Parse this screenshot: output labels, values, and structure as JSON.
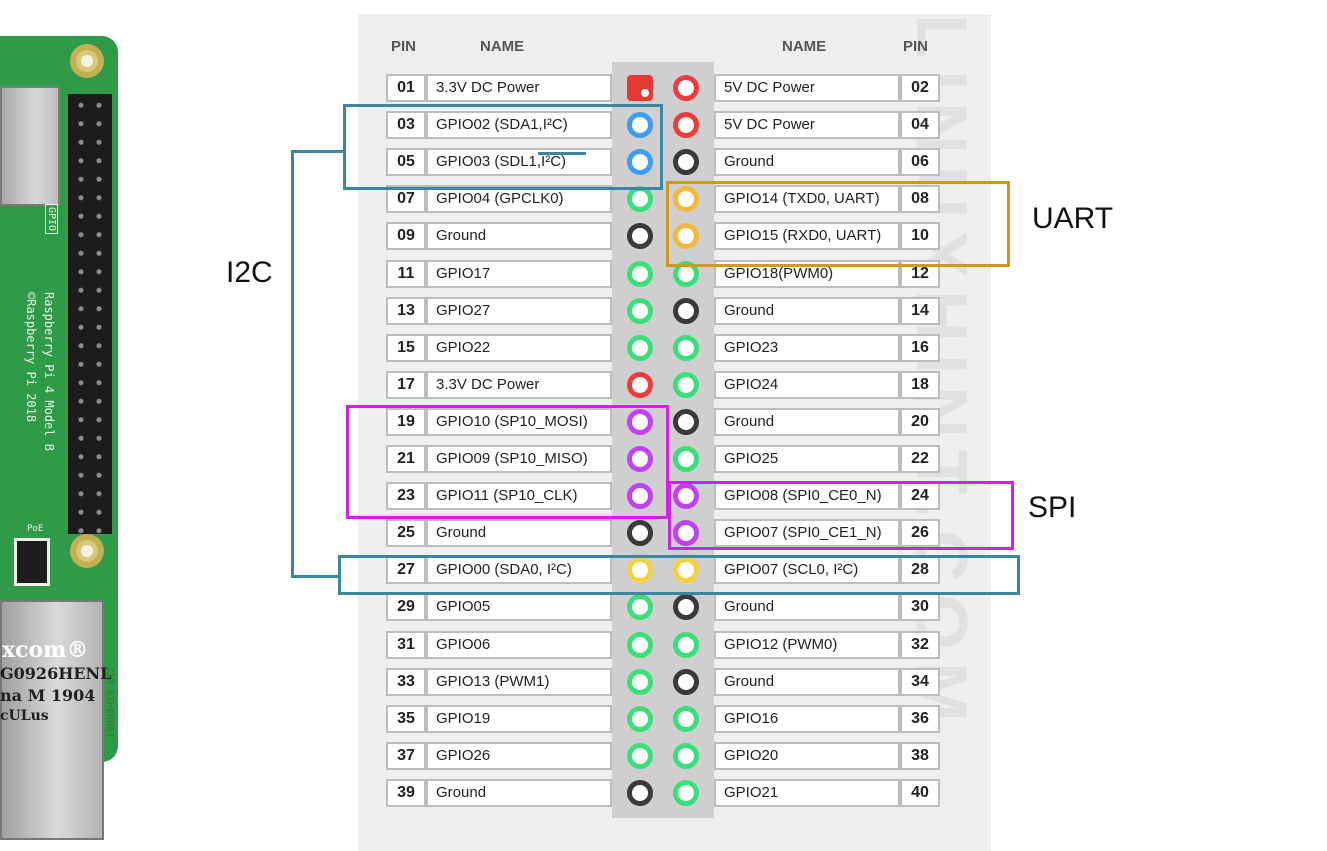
{
  "board": {
    "header_silk": "GPIO",
    "copyright_silk": "©Raspberry Pi 2018",
    "model_silk": "Raspberry Pi 4 Model B",
    "poe_silk": "PoE",
    "ethernet_silk": "J10 ETHERNET",
    "chip": {
      "brand": "xcom®",
      "part": "G0926HENL",
      "date": "na M 1904",
      "mark": "cULus"
    }
  },
  "table": {
    "headers": {
      "pin_left": "PIN",
      "name_left": "NAME",
      "name_right": "NAME",
      "pin_right": "PIN"
    },
    "watermark": "LINUXHINT.COM",
    "rows": [
      {
        "left_pin": "01",
        "left_name": "3.3V DC Power",
        "left_color": "#e53935",
        "left_square": true,
        "right_pin": "02",
        "right_name": "5V DC Power",
        "right_color": "#ef3b3b"
      },
      {
        "left_pin": "03",
        "left_name": "GPIO02 (SDA1,I²C)",
        "left_color": "#3d9cf5",
        "right_pin": "04",
        "right_name": "5V DC Power",
        "right_color": "#ef3b3b"
      },
      {
        "left_pin": "05",
        "left_name": "GPIO03 (SDL1,I²C)",
        "left_color": "#3d9cf5",
        "right_pin": "06",
        "right_name": "Ground",
        "right_color": "#3a3a3a"
      },
      {
        "left_pin": "07",
        "left_name": "GPIO04 (GPCLK0)",
        "left_color": "#39e07a",
        "right_pin": "08",
        "right_name": "GPIO14 (TXD0, UART)",
        "right_color": "#f5b83d"
      },
      {
        "left_pin": "09",
        "left_name": "Ground",
        "left_color": "#3a3a3a",
        "right_pin": "10",
        "right_name": "GPIO15 (RXD0, UART)",
        "right_color": "#f5b83d"
      },
      {
        "left_pin": "11",
        "left_name": "GPIO17",
        "left_color": "#39e07a",
        "right_pin": "12",
        "right_name": "GPIO18(PWM0)",
        "right_color": "#39e07a"
      },
      {
        "left_pin": "13",
        "left_name": "GPIO27",
        "left_color": "#39e07a",
        "right_pin": "14",
        "right_name": "Ground",
        "right_color": "#3a3a3a"
      },
      {
        "left_pin": "15",
        "left_name": "GPIO22",
        "left_color": "#39e07a",
        "right_pin": "16",
        "right_name": "GPIO23",
        "right_color": "#39e07a"
      },
      {
        "left_pin": "17",
        "left_name": "3.3V DC Power",
        "left_color": "#ef3b3b",
        "right_pin": "18",
        "right_name": "GPIO24",
        "right_color": "#39e07a"
      },
      {
        "left_pin": "19",
        "left_name": "GPIO10 (SP10_MOSI)",
        "left_color": "#c042f5",
        "right_pin": "20",
        "right_name": "Ground",
        "right_color": "#3a3a3a"
      },
      {
        "left_pin": "21",
        "left_name": "GPIO09 (SP10_MISO)",
        "left_color": "#c042f5",
        "right_pin": "22",
        "right_name": "GPIO25",
        "right_color": "#39e07a"
      },
      {
        "left_pin": "23",
        "left_name": "GPIO11 (SP10_CLK)",
        "left_color": "#c042f5",
        "right_pin": "24",
        "right_name": "GPIO08 (SPI0_CE0_N)",
        "right_color": "#c042f5"
      },
      {
        "left_pin": "25",
        "left_name": "Ground",
        "left_color": "#3a3a3a",
        "right_pin": "26",
        "right_name": "GPIO07 (SPI0_CE1_N)",
        "right_color": "#c042f5"
      },
      {
        "left_pin": "27",
        "left_name": "GPIO00 (SDA0, I²C)",
        "left_color": "#f5d23d",
        "right_pin": "28",
        "right_name": "GPIO07 (SCL0, I²C)",
        "right_color": "#f5d23d"
      },
      {
        "left_pin": "29",
        "left_name": "GPIO05",
        "left_color": "#39e07a",
        "right_pin": "30",
        "right_name": "Ground",
        "right_color": "#3a3a3a"
      },
      {
        "left_pin": "31",
        "left_name": "GPIO06",
        "left_color": "#39e07a",
        "right_pin": "32",
        "right_name": "GPIO12 (PWM0)",
        "right_color": "#39e07a"
      },
      {
        "left_pin": "33",
        "left_name": "GPIO13 (PWM1)",
        "left_color": "#39e07a",
        "right_pin": "34",
        "right_name": "Ground",
        "right_color": "#3a3a3a"
      },
      {
        "left_pin": "35",
        "left_name": "GPIO19",
        "left_color": "#39e07a",
        "right_pin": "36",
        "right_name": "GPIO16",
        "right_color": "#39e07a"
      },
      {
        "left_pin": "37",
        "left_name": "GPIO26",
        "left_color": "#39e07a",
        "right_pin": "38",
        "right_name": "GPIO20",
        "right_color": "#39e07a"
      },
      {
        "left_pin": "39",
        "left_name": "Ground",
        "left_color": "#3a3a3a",
        "right_pin": "40",
        "right_name": "GPIO21",
        "right_color": "#39e07a"
      }
    ]
  },
  "groups": {
    "i2c": {
      "label": "I2C",
      "color": "#3a87a3"
    },
    "uart": {
      "label": "UART",
      "color": "#cf9a1c"
    },
    "spi": {
      "label": "SPI",
      "color": "#d220e8"
    }
  }
}
